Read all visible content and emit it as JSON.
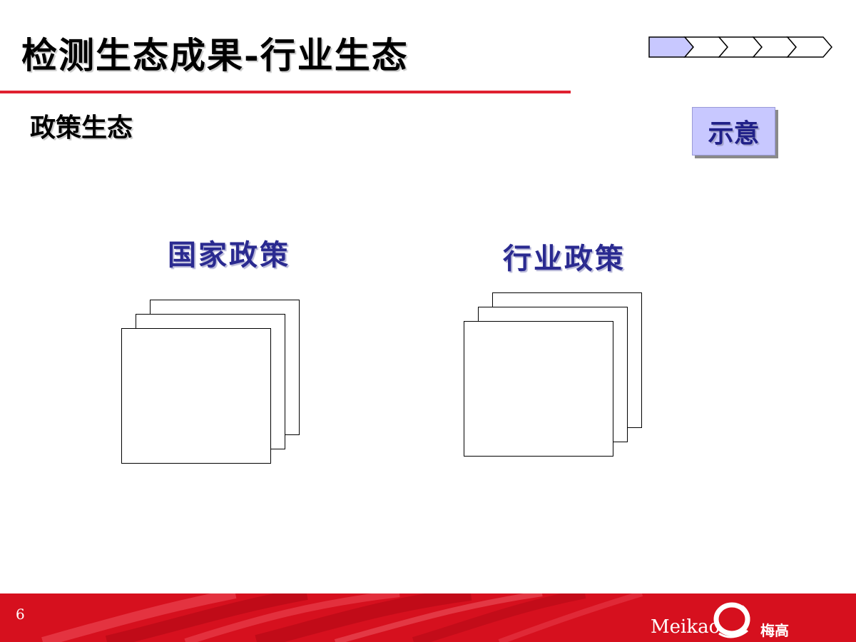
{
  "slide": {
    "title": "检测生态成果-行业生态",
    "subtitle": "政策生态",
    "badge": "示意"
  },
  "progress": {
    "steps": 5,
    "active_step": 1,
    "active_color": "#c8c8ff"
  },
  "groups": [
    {
      "heading": "国家政策",
      "documents": 3
    },
    {
      "heading": "行业政策",
      "documents": 3
    }
  ],
  "footer": {
    "page_number": "6",
    "brand_en": "Meikao",
    "brand_cn": "梅高",
    "color": "#d6101e"
  },
  "colors": {
    "rule": "#e02030",
    "heading": "#2a2a90"
  }
}
